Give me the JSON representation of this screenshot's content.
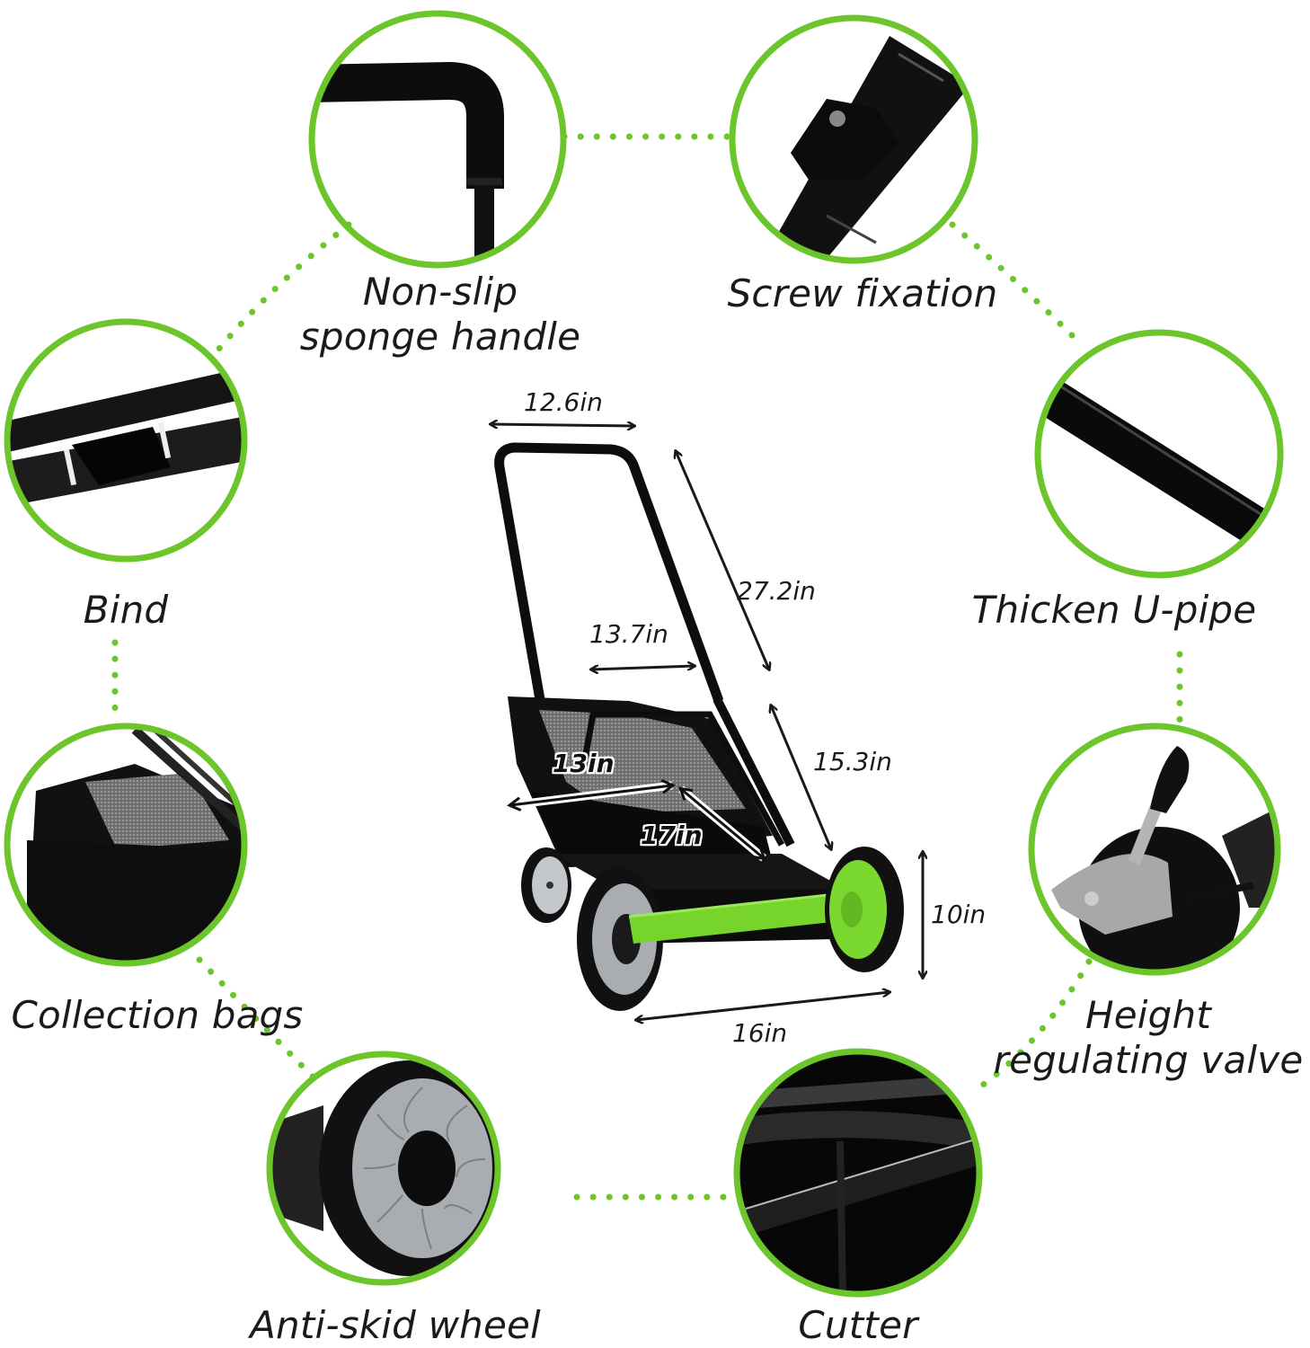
{
  "colors": {
    "accent_green": "#6cc62b",
    "ink": "#1a1a1a",
    "background": "#ffffff"
  },
  "features": [
    {
      "id": "non-slip-handle",
      "label_line1": "Non-slip",
      "label_line2": "sponge handle",
      "icon": "foam-handle-icon"
    },
    {
      "id": "screw-fixation",
      "label_line1": "Screw fixation",
      "icon": "knob-clamp-icon"
    },
    {
      "id": "bind",
      "label_line1": "Bind",
      "icon": "buckle-strap-icon"
    },
    {
      "id": "thicken-u-pipe",
      "label_line1": "Thicken U-pipe",
      "icon": "pipe-icon"
    },
    {
      "id": "collection-bags",
      "label_line1": "Collection bags",
      "icon": "grass-bag-icon"
    },
    {
      "id": "height-valve",
      "label_line1": "Height",
      "label_line2": "regulating valve",
      "icon": "height-lever-icon"
    },
    {
      "id": "anti-skid-wheel",
      "label_line1": "Anti-skid wheel",
      "icon": "wheel-icon"
    },
    {
      "id": "cutter",
      "label_line1": "Cutter",
      "icon": "reel-blade-icon"
    }
  ],
  "dimensions": {
    "handle_top_width": "12.6in",
    "handle_upper_length": "27.2in",
    "handle_inner_width": "13.7in",
    "handle_lower_length": "15.3in",
    "bag_width": "13in",
    "bag_depth": "17in",
    "wheel_height": "10in",
    "cutting_width": "16in"
  }
}
